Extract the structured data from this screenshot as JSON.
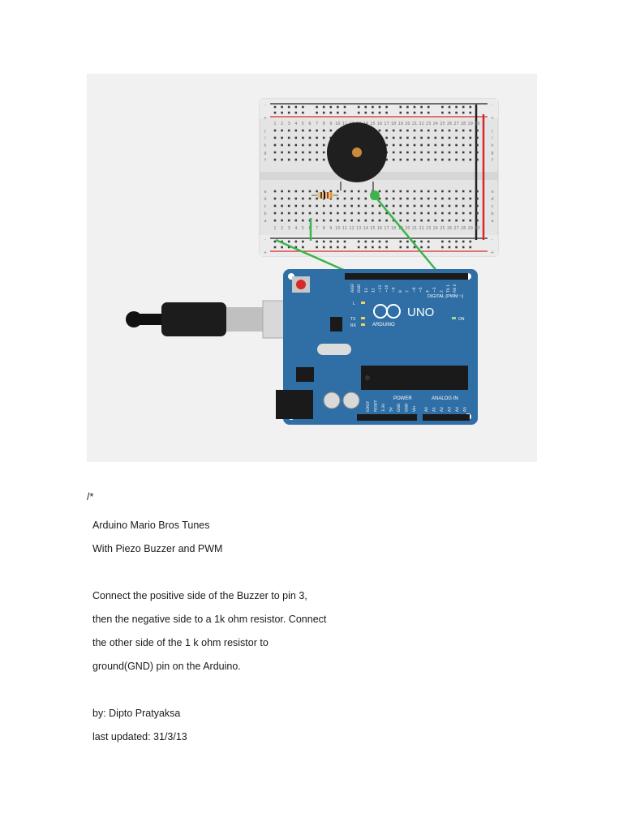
{
  "figure": {
    "breadboard": {
      "rail_minus": "-",
      "rail_plus": "+",
      "row_letters_top": [
        "j",
        "i",
        "h",
        "g",
        "f"
      ],
      "row_letters_bottom": [
        "e",
        "d",
        "c",
        "b",
        "a"
      ],
      "column_numbers": [
        "1",
        "2",
        "3",
        "4",
        "5",
        "6",
        "7",
        "8",
        "9",
        "10",
        "11",
        "12",
        "13",
        "14",
        "15",
        "16",
        "17",
        "18",
        "19",
        "20",
        "21",
        "22",
        "23",
        "24",
        "25",
        "26",
        "27",
        "28",
        "29",
        "30"
      ]
    },
    "arduino": {
      "model_label": "UNO",
      "brand_label": "ARDUINO",
      "digital_label": "DIGITAL (PWM ~)",
      "power_label": "POWER",
      "analog_label": "ANALOG IN",
      "on_label": "ON",
      "led_l": "L",
      "led_tx": "TX",
      "led_rx": "RX",
      "aref_label": "AREF",
      "gnd_label": "GND",
      "digital_pins": [
        "13",
        "12",
        "~11",
        "~10",
        "~9",
        "8",
        "7",
        "~6",
        "~5",
        "4",
        "~3",
        "2",
        "TX 1",
        "RX 0"
      ],
      "power_pins": [
        "IOREF",
        "RESET",
        "3.3V",
        "5V",
        "GND",
        "GND",
        "Vin"
      ],
      "analog_pins": [
        "A0",
        "A1",
        "A2",
        "A3",
        "A4",
        "A5"
      ]
    },
    "colors": {
      "board_blue": "#2f6fa5",
      "wire_green": "#3cb44b",
      "rail_red": "#d62828",
      "rail_black": "#222222",
      "background": "#f1f1f1"
    }
  },
  "code": {
    "lines": [
      "/*",
      "Arduino Mario Bros Tunes",
      "With Piezo Buzzer and PWM",
      "",
      "Connect the positive side of the Buzzer to pin 3,",
      "then the negative side to a 1k ohm resistor. Connect",
      "the other side of the 1 k ohm resistor to",
      "ground(GND) pin on the Arduino.",
      "",
      "by: Dipto Pratyaksa",
      "last updated: 31/3/13"
    ]
  }
}
